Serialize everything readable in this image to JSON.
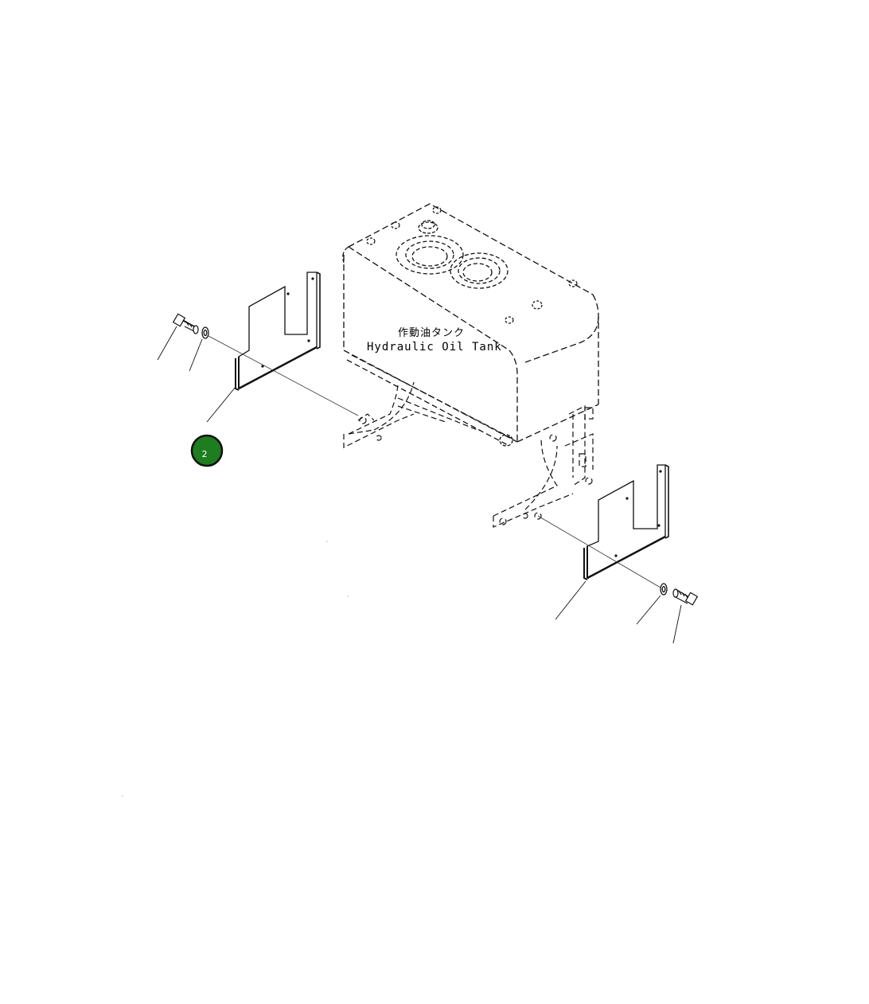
{
  "tank_label": {
    "japanese": "作動油タンク",
    "english": "Hydraulic Oil Tank"
  },
  "callouts": [
    {
      "number": "2",
      "color": "#1e7d1e",
      "ring_color": "#111111"
    }
  ]
}
